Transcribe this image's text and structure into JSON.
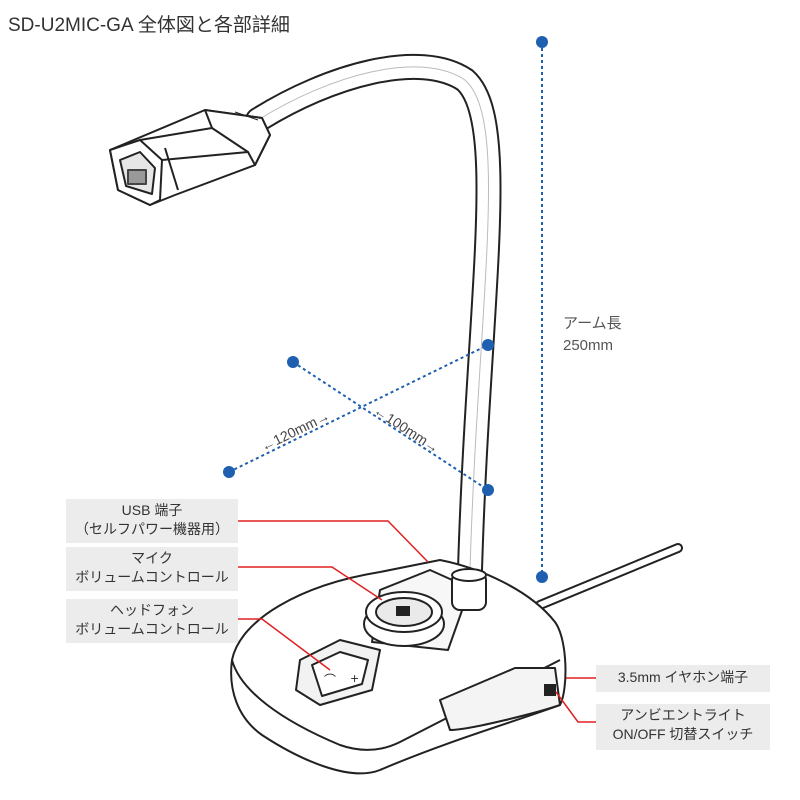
{
  "title": "SD-U2MIC-GA 全体図と各部詳細",
  "dimensions": {
    "arm_label": "アーム長",
    "arm_value": "250mm",
    "width_value": "←120mm→",
    "depth_value": "←100mm→"
  },
  "callouts": {
    "usb": {
      "line1": "USB 端子",
      "line2": "（セルフパワー機器用）"
    },
    "mic_volume": {
      "line1": "マイク",
      "line2": "ボリュームコントロール"
    },
    "headphone_volume": {
      "line1": "ヘッドフォン",
      "line2": "ボリュームコントロール"
    },
    "earphone_jack": {
      "line1": "3.5mm イヤホン端子"
    },
    "ambient_switch": {
      "line1": "アンビエントライト",
      "line2": "ON/OFF 切替スイッチ"
    }
  },
  "colors": {
    "dimension_blue": "#1f5fb0",
    "callout_red": "#e02020",
    "label_background": "#ececec",
    "outline": "#222222"
  }
}
